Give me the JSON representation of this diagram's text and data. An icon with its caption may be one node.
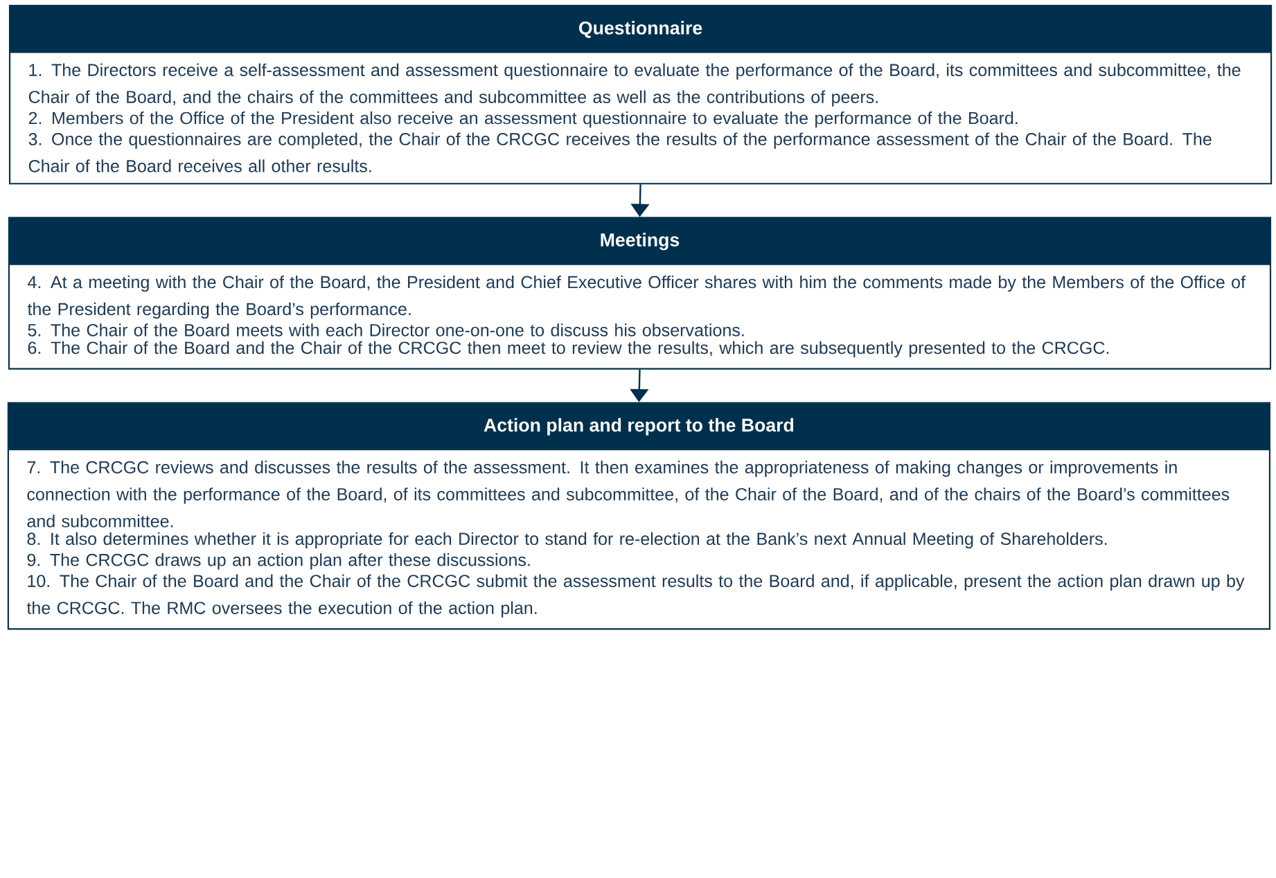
{
  "diagram": {
    "nodes": [
      {
        "text": [
          "Questionnaire",
          "1. The Directors receive a self-assessment and assessment questionnaire to evaluate the performance of the Board, its committees and subcommittee, the Chair of the Board, and the chairs of the committees and subcommittee as well as the contributions of peers.",
          "2. Members of the Office of the President also receive an assessment questionnaire to evaluate the performance of the Board.",
          "3. Once the questionnaires are completed, the Chair of the CRCGC receives the results of the performance assessment of the Chair of the Board. The Chair of the Board receives all other results."
        ]
      },
      {
        "text": [
          "Meetings",
          "4. At a meeting with the Chair of the Board, the President and Chief Executive Officer shares with him the comments made by the Members of the Office of the President regarding the Board’s performance.",
          "5. The Chair of the Board meets with each Director one-on-one to discuss his observations.",
          "6. The Chair of the Board and the Chair of the CRCGC then meet to review the results, which are subsequently presented to the CRCGC."
        ]
      },
      {
        "text": [
          "Action plan and report to the Board",
          "7. The CRCGC reviews and discusses the results of the assessment. It then examines the appropriateness of making changes or improvements in connection with the performance of the Board, of its committees and subcommittee, of the Chair of the Board, and of the chairs of the Board’s committees and subcommittee.",
          "8. It also determines whether it is appropriate for each Director to stand for re-election at the Bank’s next Annual Meeting of Shareholders.",
          "9. The CRCGC draws up an action plan after these discussions.",
          "10. The Chair of the Board and the Chair of the CRCGC submit the assessment results to the Board and, if applicable, present the action plan drawn up by the CRCGC. The RMC oversees the execution of the action plan."
        ]
      }
    ],
    "edges": [
      {
        "from": 0,
        "to": 1,
        "arrow": "to"
      },
      {
        "from": 1,
        "to": 2,
        "arrow": "to"
      }
    ]
  }
}
